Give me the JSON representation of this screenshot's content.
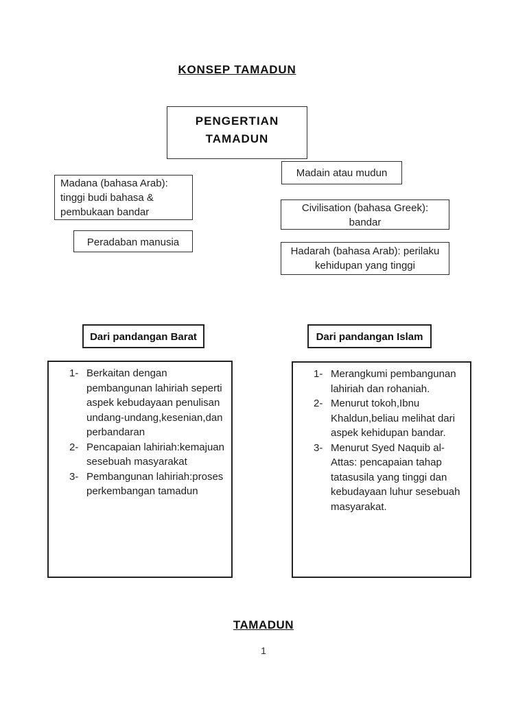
{
  "document": {
    "title": "KONSEP TAMADUN",
    "footer_heading": "TAMADUN",
    "page_number": "1"
  },
  "pengertian_box": {
    "text": "PENGERTIAN\nTAMADUN"
  },
  "definitions": {
    "madain": "Madain atau mudun",
    "madana": "Madana (bahasa Arab):\ntinggi budi bahasa &\npembukaan bandar",
    "civilisation": "Civilisation (bahasa Greek):\nbandar",
    "peradaban": "Peradaban manusia",
    "hadarah": "Hadarah (bahasa Arab): perilaku\nkehidupan yang tinggi"
  },
  "pandangan_barat": {
    "heading": "Dari pandangan Barat",
    "items": [
      {
        "marker": "1-",
        "text": "Berkaitan dengan\npembangunan lahiriah seperti\naspek kebudayaan penulisan\nundang-undang,kesenian,dan\nperbandaran"
      },
      {
        "marker": "2-",
        "text": "Pencapaian lahiriah:kemajuan\nsesebuah masyarakat"
      },
      {
        "marker": "3-",
        "text": "Pembangunan lahiriah:proses\nperkembangan tamadun"
      }
    ]
  },
  "pandangan_islam": {
    "heading": "Dari pandangan Islam",
    "items": [
      {
        "marker": "1-",
        "text": "Merangkumi pembangunan\nlahiriah dan rohaniah."
      },
      {
        "marker": "2-",
        "text": "Menurut tokoh,Ibnu\nKhaldun,beliau melihat dari\naspek kehidupan bandar."
      },
      {
        "marker": "3-",
        "text": "Menurut Syed Naquib al-\nAttas: pencapaian tahap\ntatasusila yang tinggi dan\nkebudayaan luhur sesebuah\nmasyarakat."
      }
    ]
  },
  "colors": {
    "background": "#ffffff",
    "text": "#1f1f1f",
    "border": "#2e2e2e"
  }
}
